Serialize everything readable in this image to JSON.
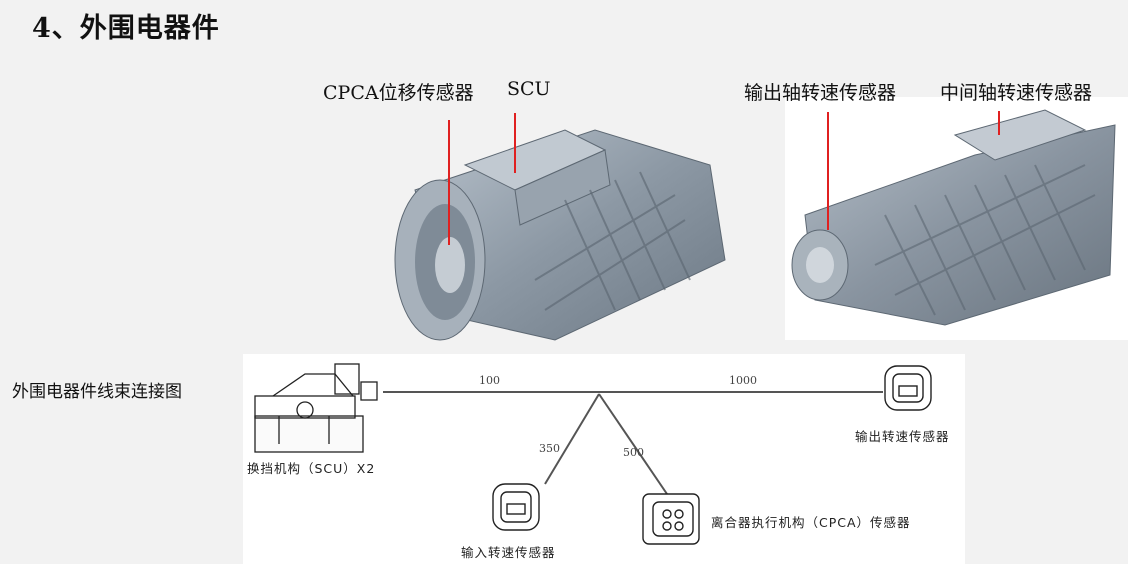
{
  "title": "4、外围电器件",
  "left_unit": {
    "label_cpca": "CPCA位移传感器",
    "label_scu": "SCU"
  },
  "right_unit": {
    "label_output": "输出轴转速传感器",
    "label_middle": "中间轴转速传感器"
  },
  "harness": {
    "caption": "外围电器件线束连接图",
    "scu_label": "换挡机构（SCU）X2",
    "output_sensor_label": "输出转速传感器",
    "input_sensor_label": "输入转速传感器",
    "cpca_sensor_label": "离合器执行机构（CPCA）传感器",
    "len_left": "100",
    "len_right": "1000",
    "len_input": "350",
    "len_cpca": "500"
  },
  "colors": {
    "housing": "#9aa6b2",
    "housing_dark": "#6f7b87",
    "accent_red": "#e02020"
  }
}
